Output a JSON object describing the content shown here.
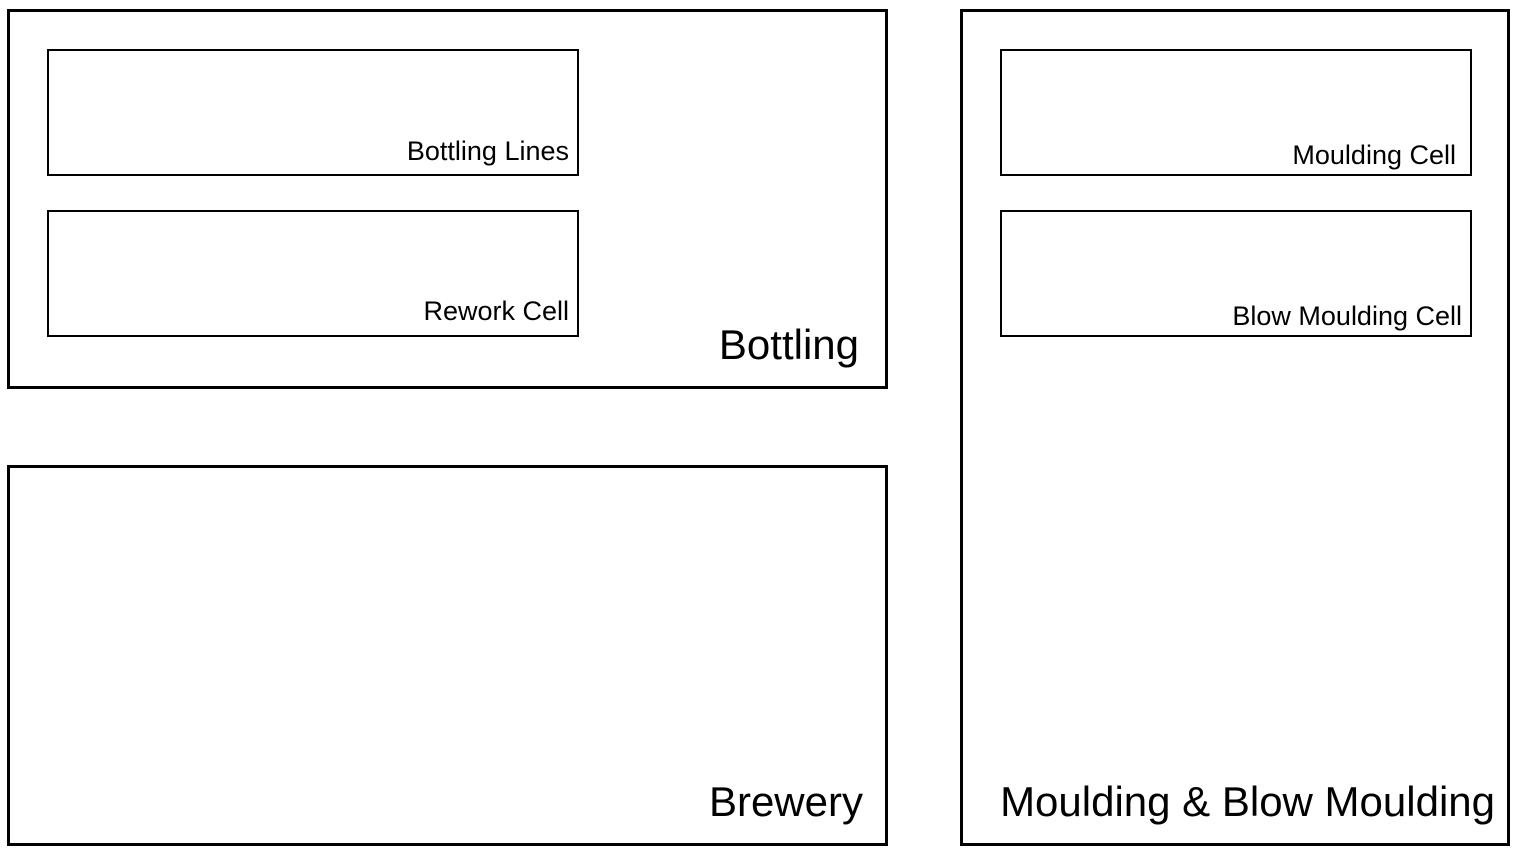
{
  "areas": {
    "bottling": {
      "label": "Bottling",
      "cells": {
        "bottling_lines": "Bottling Lines",
        "rework_cell": "Rework Cell"
      }
    },
    "brewery": {
      "label": "Brewery"
    },
    "moulding": {
      "label": "Moulding & Blow Moulding",
      "cells": {
        "moulding_cell": "Moulding Cell",
        "blow_moulding_cell": "Blow Moulding Cell"
      }
    }
  }
}
